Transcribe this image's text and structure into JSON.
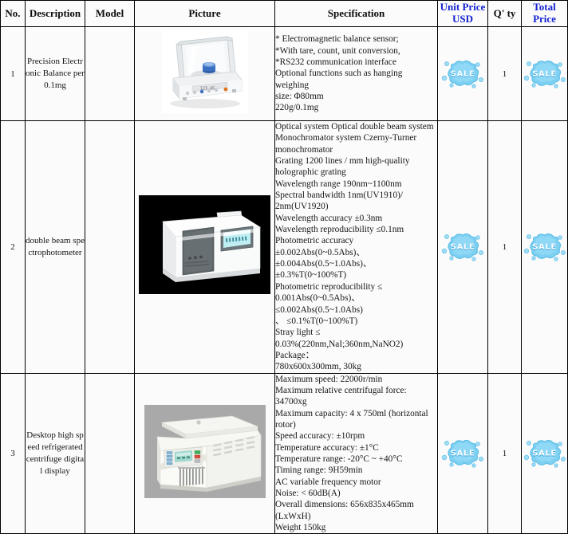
{
  "table": {
    "headers": [
      {
        "label": "No.",
        "color": "#0d0d0d",
        "name": "header-no"
      },
      {
        "label": "Description",
        "color": "#0d0d0d",
        "name": "header-description"
      },
      {
        "label": "Model",
        "color": "#0d0d0d",
        "name": "header-model"
      },
      {
        "label": "Picture",
        "color": "#0d0d0d",
        "name": "header-picture"
      },
      {
        "label": "Specification",
        "color": "#0d0d0d",
        "name": "header-specification"
      },
      {
        "label": "Unit Price USD",
        "color": "#1422d0",
        "name": "header-unit-price"
      },
      {
        "label": "Q' ty",
        "color": "#0d0d0d",
        "name": "header-qty"
      },
      {
        "label": "Total Price",
        "color": "#1422d0",
        "name": "header-total-price"
      }
    ],
    "header_lines": {
      "unit_price_line1": "Unit Price",
      "unit_price_line2": "USD",
      "total_price_line1": "Total",
      "total_price_line2": "Price"
    },
    "rows": [
      {
        "no": "1",
        "description": "Precision Electronic Balance per 0.1mg",
        "model": "",
        "picture_alt": "precision-electronic-balance",
        "specification": "* Electromagnetic balance sensor;\n*With tare, count, unit conversion,\n*RS232 communication interface\nOptional functions such as hanging weighing\nsize: Φ80mm\n220g/0.1mg",
        "unit_price": "SALE",
        "qty": "1",
        "total_price": "SALE"
      },
      {
        "no": "2",
        "description": "double beam spectrophotometer",
        "model": "",
        "picture_alt": "double-beam-spectrophotometer",
        "specification": " Optical system Optical double beam system\nMonochromator system Czerny-Turner\nmonochromator\nGrating 1200 lines / mm high-quality\nholographic grating\nWavelength range 190nm~1100nm\nSpectral bandwidth 1nm(UV1910)/\n2nm(UV1920)\nWavelength accuracy ±0.3nm\nWavelength reproducibility ≤0.1nm\nPhotometric accuracy  ±0.002Abs(0~0.5Abs)、\n±0.004Abs(0.5~1.0Abs)、 ±0.3%T(0~100%T)\nPhotometric reproducibility ≤\n0.001Abs(0~0.5Abs)、 ≤0.002Abs(0.5~1.0Abs)\n、 ≤0.1%T(0~100%T)\nStray light ≤\n0.03%(220nm,NaI;360nm,NaNO2) Package：\n780x600x300mm, 30kg",
        "unit_price": "SALE",
        "qty": "1",
        "total_price": "SALE"
      },
      {
        "no": "3",
        "description": "Desktop high speed refrigerated centrifuge digital display",
        "model": "",
        "picture_alt": "desktop-high-speed-refrigerated-centrifuge",
        "specification": "Maximum speed: 22000r/min\nMaximum relative centrifugal force: 34700xg\nMaximum capacity: 4 x 750ml (horizontal\nrotor)\nSpeed accuracy: ±10rpm\nTemperature accuracy: ±1°C\nTemperature range: -20°C ~ +40°C\nTiming range: 9H59min\nAC variable frequency motor\nNoise: < 60dB(A)\nOverall dimensions: 656x835x465mm\n(LxWxH)\nWeight 150kg",
        "unit_price": "SALE",
        "qty": "1",
        "total_price": "SALE"
      }
    ]
  },
  "colors": {
    "header_blue": "#1422d0",
    "header_black": "#0d0d0d",
    "border": "#000000",
    "sale_fill": "#7fd3f2",
    "sale_fill_light": "#b9e7f9",
    "sale_outline": "#5bbde6",
    "sale_text": "#ffffff",
    "cell_background": "#fbfbfb"
  }
}
